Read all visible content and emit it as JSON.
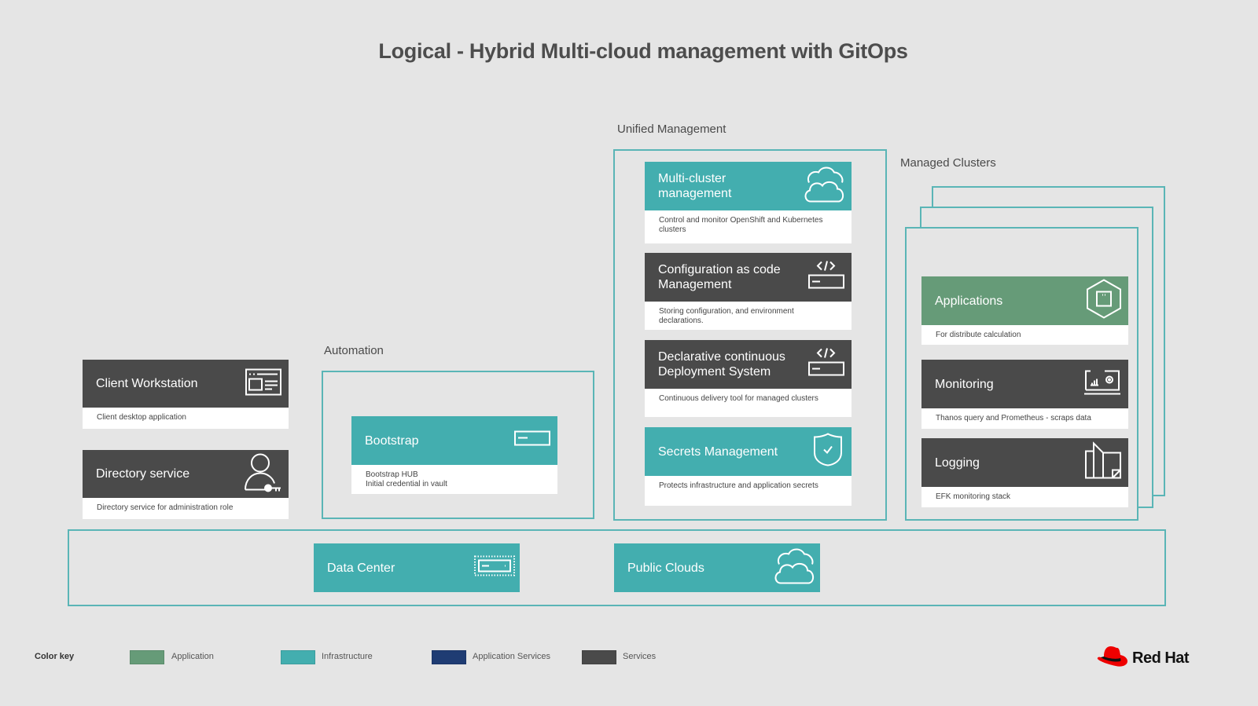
{
  "title": "Logical - Hybrid Multi-cloud management with GitOps",
  "sections": {
    "unified_management": "Unified Management",
    "managed_clusters": "Managed Clusters",
    "automation": "Automation"
  },
  "left_boxes": [
    {
      "title": "Client Workstation",
      "desc": "Client desktop application",
      "icon": "browser-window-icon",
      "category": "Services"
    },
    {
      "title": "Directory service",
      "desc": "Directory service for administration role",
      "icon": "user-key-icon",
      "category": "Services"
    }
  ],
  "automation_boxes": [
    {
      "title": "Bootstrap",
      "desc_line1": "Bootstrap HUB",
      "desc_line2": "Initial credential in vault",
      "icon": "server-icon",
      "category": "Infrastructure"
    }
  ],
  "unified_boxes": [
    {
      "title_line1": "Multi-cluster",
      "title_line2": "management",
      "desc_line1": "Control and monitor OpenShift and Kubernetes",
      "desc_line2": "clusters",
      "icon": "clouds-icon",
      "category": "Infrastructure"
    },
    {
      "title_line1": "Configuration as code",
      "title_line2": "Management",
      "desc_line1": "Storing configuration, and environment",
      "desc_line2": "declarations.",
      "icon": "code-server-icon",
      "category": "Services"
    },
    {
      "title_line1": "Declarative continuous",
      "title_line2": "Deployment System",
      "desc_line1": "Continuous delivery tool for managed clusters",
      "icon": "code-server-icon",
      "category": "Services"
    },
    {
      "title_line1": "Secrets Management",
      "desc_line1": "Protects infrastructure and application secrets",
      "icon": "shield-check-icon",
      "category": "Infrastructure"
    }
  ],
  "cluster_boxes": [
    {
      "title": "Applications",
      "desc": "For distribute calculation",
      "icon": "hexagon-app-icon",
      "category": "Application"
    },
    {
      "title": "Monitoring",
      "desc": "Thanos query and Prometheus  - scraps data",
      "icon": "monitor-chart-gear-icon",
      "category": "Services"
    },
    {
      "title": "Logging",
      "desc": "EFK monitoring stack",
      "icon": "log-book-icon",
      "category": "Services"
    }
  ],
  "infra_boxes": [
    {
      "title": "Data Center",
      "icon": "datacenter-server-icon",
      "category": "Infrastructure"
    },
    {
      "title": "Public Clouds",
      "icon": "clouds-icon",
      "category": "Infrastructure"
    }
  ],
  "legend": {
    "title": "Color key",
    "items": [
      {
        "label": "Application",
        "color": "#669b78"
      },
      {
        "label": "Infrastructure",
        "color": "#43aeaf"
      },
      {
        "label": "Application Services",
        "color": "#1f3c73"
      },
      {
        "label": "Services",
        "color": "#4a4a4a"
      }
    ]
  },
  "brand": {
    "name": "Red Hat",
    "color": "#ee0000"
  }
}
